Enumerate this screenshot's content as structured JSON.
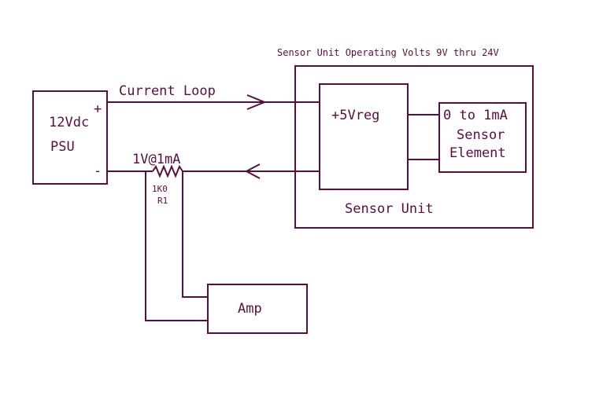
{
  "header": {
    "note": "Sensor Unit Operating Volts 9V thru 24V"
  },
  "psu": {
    "label_line1": "12Vdc",
    "label_line2": "PSU",
    "plus": "+",
    "minus": "-"
  },
  "current_loop": {
    "label": "Current Loop"
  },
  "resistor": {
    "value_label": "1V@1mA",
    "ohms": "1K0",
    "ref": "R1"
  },
  "regulator": {
    "label": "+5Vreg"
  },
  "sensor_element": {
    "line1": "0 to 1mA",
    "line2": "Sensor",
    "line3": "Element"
  },
  "sensor_unit": {
    "label": "Sensor Unit"
  },
  "amp": {
    "label": "Amp"
  },
  "colors": {
    "ink": "#5a0e3c",
    "background": "#ffffff"
  }
}
